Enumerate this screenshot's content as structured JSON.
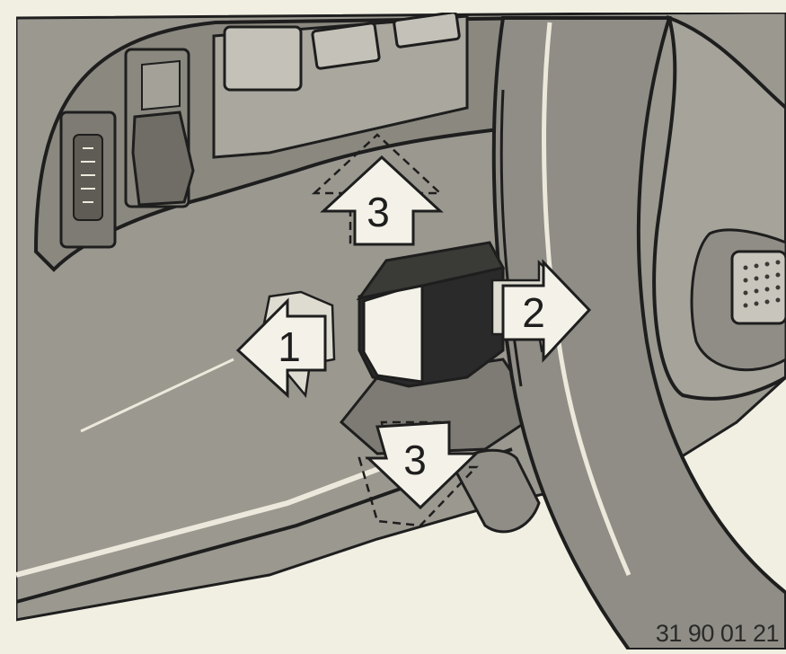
{
  "arrows": [
    {
      "id": "1",
      "label": "1"
    },
    {
      "id": "2",
      "label": "2"
    },
    {
      "id": "3-up",
      "label": "3"
    },
    {
      "id": "3-down",
      "label": "3"
    }
  ],
  "figure_code": "31 90 01 21",
  "colors": {
    "paper": "#f1efe2",
    "dash_panel": "#9a988f",
    "dash_dark": "#7a7870",
    "steering_wheel": "#8f8d85",
    "lever_knob": "#2a2a2a",
    "arrow_fill": "#f4f2e8",
    "outline": "#1e1e1e"
  }
}
